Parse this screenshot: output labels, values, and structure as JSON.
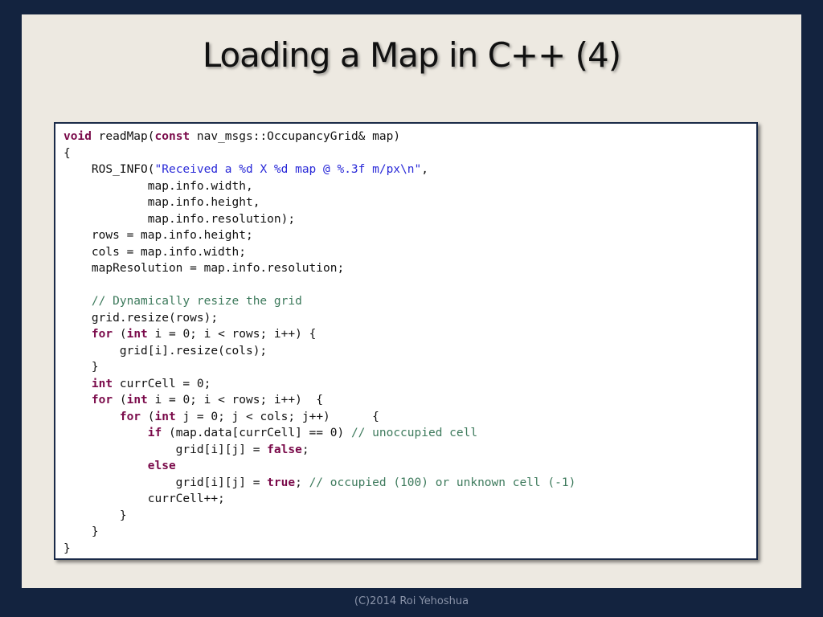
{
  "slide": {
    "title": "Loading a Map in C++ (4)",
    "footer": "(C)2014 Roi Yehoshua"
  },
  "colors": {
    "background": "#13233f",
    "slide_panel": "#ede9e1",
    "keyword": "#7a0a4a",
    "string": "#2a2ad8",
    "comment": "#3d7a5c"
  },
  "code": {
    "lines": [
      [
        [
          "kw",
          "void"
        ],
        [
          "",
          " readMap("
        ],
        [
          "kw",
          "const"
        ],
        [
          "",
          " nav_msgs::OccupancyGrid& map)"
        ]
      ],
      [
        [
          "",
          "{"
        ]
      ],
      [
        [
          "",
          "    ROS_INFO("
        ],
        [
          "str",
          "\"Received a %d X %d map @ %.3f m/px\\n\""
        ],
        [
          "",
          ","
        ]
      ],
      [
        [
          "",
          "            map.info.width,"
        ]
      ],
      [
        [
          "",
          "            map.info.height,"
        ]
      ],
      [
        [
          "",
          "            map.info.resolution);"
        ]
      ],
      [
        [
          "",
          "    rows = map.info.height;"
        ]
      ],
      [
        [
          "",
          "    cols = map.info.width;"
        ]
      ],
      [
        [
          "",
          "    mapResolution = map.info.resolution;"
        ]
      ],
      [
        [
          "",
          ""
        ]
      ],
      [
        [
          "",
          "    "
        ],
        [
          "cm",
          "// Dynamically resize the grid"
        ]
      ],
      [
        [
          "",
          "    grid.resize(rows);"
        ]
      ],
      [
        [
          "",
          "    "
        ],
        [
          "kw",
          "for"
        ],
        [
          "",
          " ("
        ],
        [
          "kw",
          "int"
        ],
        [
          "",
          " i = 0; i < rows; i++) {"
        ]
      ],
      [
        [
          "",
          "        grid[i].resize(cols);"
        ]
      ],
      [
        [
          "",
          "    }"
        ]
      ],
      [
        [
          "",
          "    "
        ],
        [
          "kw",
          "int"
        ],
        [
          "",
          " currCell = 0;"
        ]
      ],
      [
        [
          "",
          "    "
        ],
        [
          "kw",
          "for"
        ],
        [
          "",
          " ("
        ],
        [
          "kw",
          "int"
        ],
        [
          "",
          " i = 0; i < rows; i++)  {"
        ]
      ],
      [
        [
          "",
          "        "
        ],
        [
          "kw",
          "for"
        ],
        [
          "",
          " ("
        ],
        [
          "kw",
          "int"
        ],
        [
          "",
          " j = 0; j < cols; j++)      {"
        ]
      ],
      [
        [
          "",
          "            "
        ],
        [
          "kw",
          "if"
        ],
        [
          "",
          " (map.data[currCell] == 0) "
        ],
        [
          "cm",
          "// unoccupied cell"
        ]
      ],
      [
        [
          "",
          "                grid[i][j] = "
        ],
        [
          "kw",
          "false"
        ],
        [
          "",
          ";"
        ]
      ],
      [
        [
          "",
          "            "
        ],
        [
          "kw",
          "else"
        ]
      ],
      [
        [
          "",
          "                grid[i][j] = "
        ],
        [
          "kw",
          "true"
        ],
        [
          "",
          "; "
        ],
        [
          "cm",
          "// occupied (100) or unknown cell (-1)"
        ]
      ],
      [
        [
          "",
          "            currCell++;"
        ]
      ],
      [
        [
          "",
          "        }"
        ]
      ],
      [
        [
          "",
          "    }"
        ]
      ],
      [
        [
          "",
          "}"
        ]
      ]
    ]
  }
}
